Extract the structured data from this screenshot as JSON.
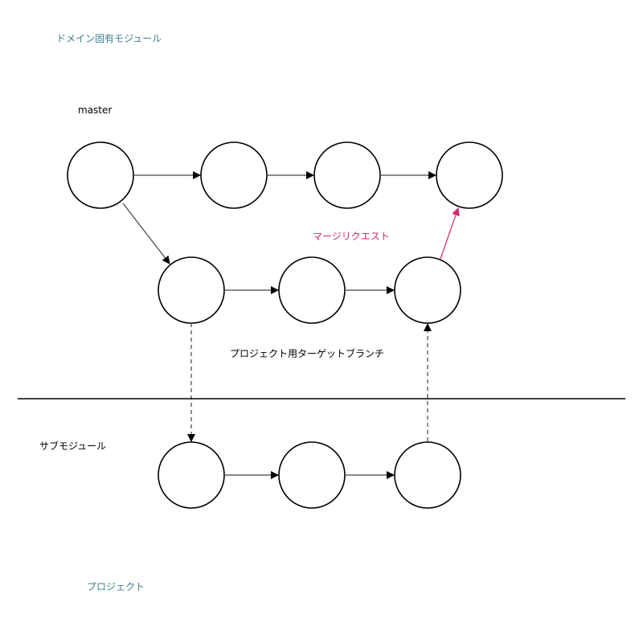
{
  "labels": {
    "domain_module": "ドメイン固有モジュール",
    "master": "master",
    "merge_request": "マージリクエスト",
    "project_target_branch": "プロジェクト用ターゲットブランチ",
    "submodule": "サブモジュール",
    "project": "プロジェクト"
  },
  "colors": {
    "section_label": "#3d7f8f",
    "merge_request": "#d9266b",
    "node_stroke": "#000000",
    "edge": "#444444",
    "divider": "#000000"
  },
  "diagram": {
    "rows": [
      {
        "name": "master-row",
        "label": "master",
        "nodes": 4
      },
      {
        "name": "target-branch-row",
        "label": "プロジェクト用ターゲットブランチ",
        "nodes": 3
      },
      {
        "name": "submodule-row",
        "label": "サブモジュール",
        "nodes": 3
      }
    ],
    "edges": [
      {
        "from": "master-1",
        "to": "master-2",
        "style": "solid"
      },
      {
        "from": "master-2",
        "to": "master-3",
        "style": "solid"
      },
      {
        "from": "master-3",
        "to": "master-4",
        "style": "solid"
      },
      {
        "from": "master-1",
        "to": "branch-1",
        "style": "solid"
      },
      {
        "from": "branch-1",
        "to": "branch-2",
        "style": "solid"
      },
      {
        "from": "branch-2",
        "to": "branch-3",
        "style": "solid"
      },
      {
        "from": "branch-3",
        "to": "master-4",
        "style": "solid",
        "label": "マージリクエスト",
        "color": "merge_request"
      },
      {
        "from": "branch-1",
        "to": "sub-1",
        "style": "dashed"
      },
      {
        "from": "sub-1",
        "to": "sub-2",
        "style": "solid"
      },
      {
        "from": "sub-2",
        "to": "sub-3",
        "style": "solid"
      },
      {
        "from": "sub-3",
        "to": "branch-3",
        "style": "dashed"
      }
    ]
  }
}
